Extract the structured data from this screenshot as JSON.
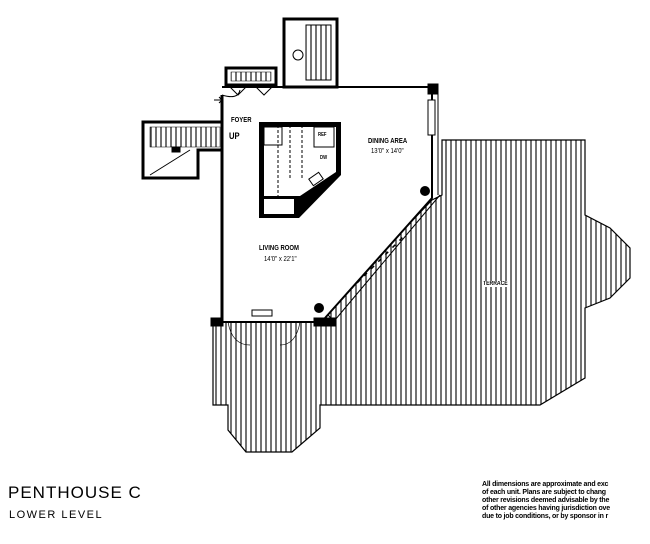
{
  "plan": {
    "title": "PENTHOUSE C",
    "subtitle": "LOWER LEVEL",
    "rooms": {
      "foyer": "FOYER",
      "stair_up": "UP",
      "dining": {
        "name": "DINING AREA",
        "size": "13'0\" x 14'0\""
      },
      "living": {
        "name": "LIVING ROOM",
        "size": "14'0\" x 22'1\""
      },
      "terrace": "TERRACE",
      "ref": "REF",
      "dw": "DW"
    },
    "disclaimer": [
      "All dimensions are approximate and exc",
      "of each unit.   Plans are subject to chang",
      "other revisions deemed advisable by the",
      "of other agencies having jurisdiction ove",
      "due to job conditions,   or by sponsor in r"
    ]
  }
}
